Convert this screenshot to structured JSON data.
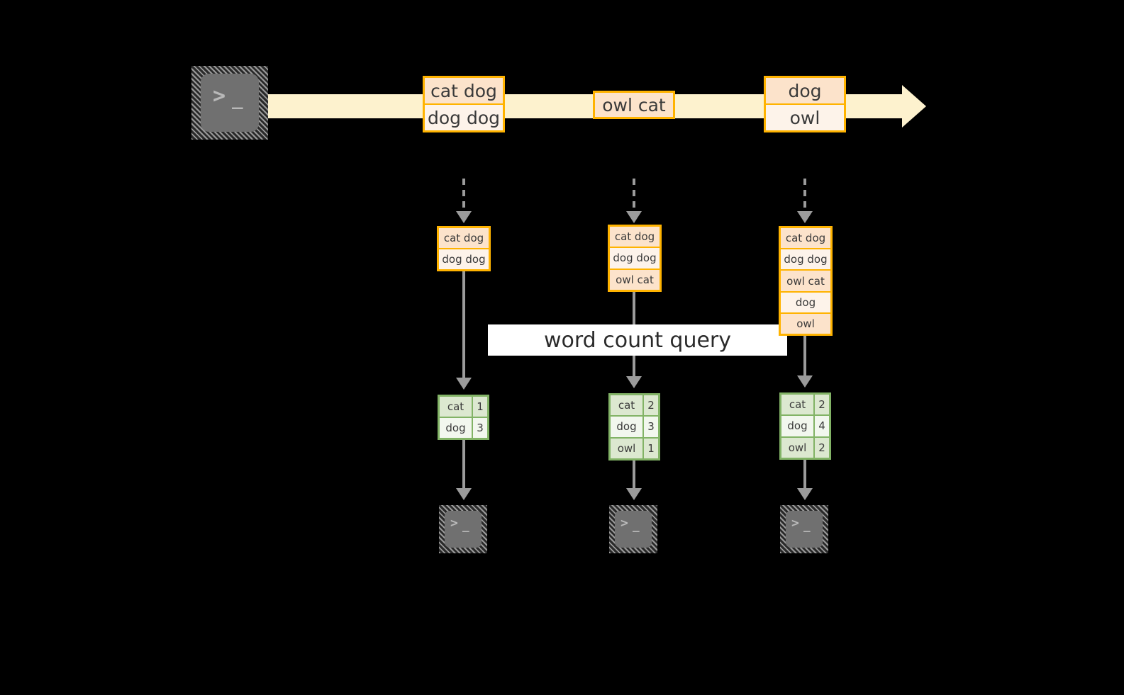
{
  "diagram": {
    "title_label": "word count query",
    "source_terminal": {
      "icon": "terminal-icon",
      "glyph_prompt": ">",
      "glyph_cursor": "_"
    },
    "stream": {
      "direction_icon": "right-arrow-icon",
      "color": "#FDF2CE",
      "events": [
        {
          "id": "event-group-1",
          "rows": [
            {
              "text": "cat dog",
              "shade": "dark"
            },
            {
              "text": "dog dog",
              "shade": "light"
            }
          ]
        },
        {
          "id": "event-group-2",
          "rows": [
            {
              "text": "owl cat",
              "shade": "dark"
            }
          ]
        },
        {
          "id": "event-group-3",
          "rows": [
            {
              "text": "dog",
              "shade": "dark"
            },
            {
              "text": "owl",
              "shade": "light"
            }
          ]
        }
      ]
    },
    "snapshots": [
      {
        "id": "snapshot-1",
        "input_rows": [
          {
            "text": "cat dog",
            "shade": "dark"
          },
          {
            "text": "dog dog",
            "shade": "light"
          }
        ],
        "result_rows": [
          {
            "word": "cat",
            "count": "1",
            "shade": "dark"
          },
          {
            "word": "dog",
            "count": "3",
            "shade": "light"
          }
        ],
        "sink_terminal": {
          "icon": "terminal-icon",
          "glyph_prompt": ">",
          "glyph_cursor": "_"
        }
      },
      {
        "id": "snapshot-2",
        "input_rows": [
          {
            "text": "cat dog",
            "shade": "dark"
          },
          {
            "text": "dog dog",
            "shade": "light"
          },
          {
            "text": "owl cat",
            "shade": "dark"
          }
        ],
        "result_rows": [
          {
            "word": "cat",
            "count": "2",
            "shade": "dark"
          },
          {
            "word": "dog",
            "count": "3",
            "shade": "light"
          },
          {
            "word": "owl",
            "count": "1",
            "shade": "dark"
          }
        ],
        "sink_terminal": {
          "icon": "terminal-icon",
          "glyph_prompt": ">",
          "glyph_cursor": "_"
        }
      },
      {
        "id": "snapshot-3",
        "input_rows": [
          {
            "text": "cat dog",
            "shade": "dark"
          },
          {
            "text": "dog dog",
            "shade": "light"
          },
          {
            "text": "owl cat",
            "shade": "dark"
          },
          {
            "text": "dog",
            "shade": "light"
          },
          {
            "text": "owl",
            "shade": "dark"
          }
        ],
        "result_rows": [
          {
            "word": "cat",
            "count": "2",
            "shade": "dark"
          },
          {
            "word": "dog",
            "count": "4",
            "shade": "light"
          },
          {
            "word": "owl",
            "count": "2",
            "shade": "dark"
          }
        ],
        "sink_terminal": {
          "icon": "terminal-icon",
          "glyph_prompt": ">",
          "glyph_cursor": "_"
        }
      }
    ],
    "colors": {
      "event_border": "#FFB300",
      "event_fill_dark": "#FCE3CB",
      "event_fill_light": "#FDF3EA",
      "result_border": "#82B366",
      "result_fill_dark": "#DCE8D0",
      "result_fill_light": "#F2F7EE",
      "stream_fill": "#FDF2CE",
      "connector": "#9B9B9B",
      "background": "#000000",
      "label_background": "#FFFFFF"
    }
  }
}
